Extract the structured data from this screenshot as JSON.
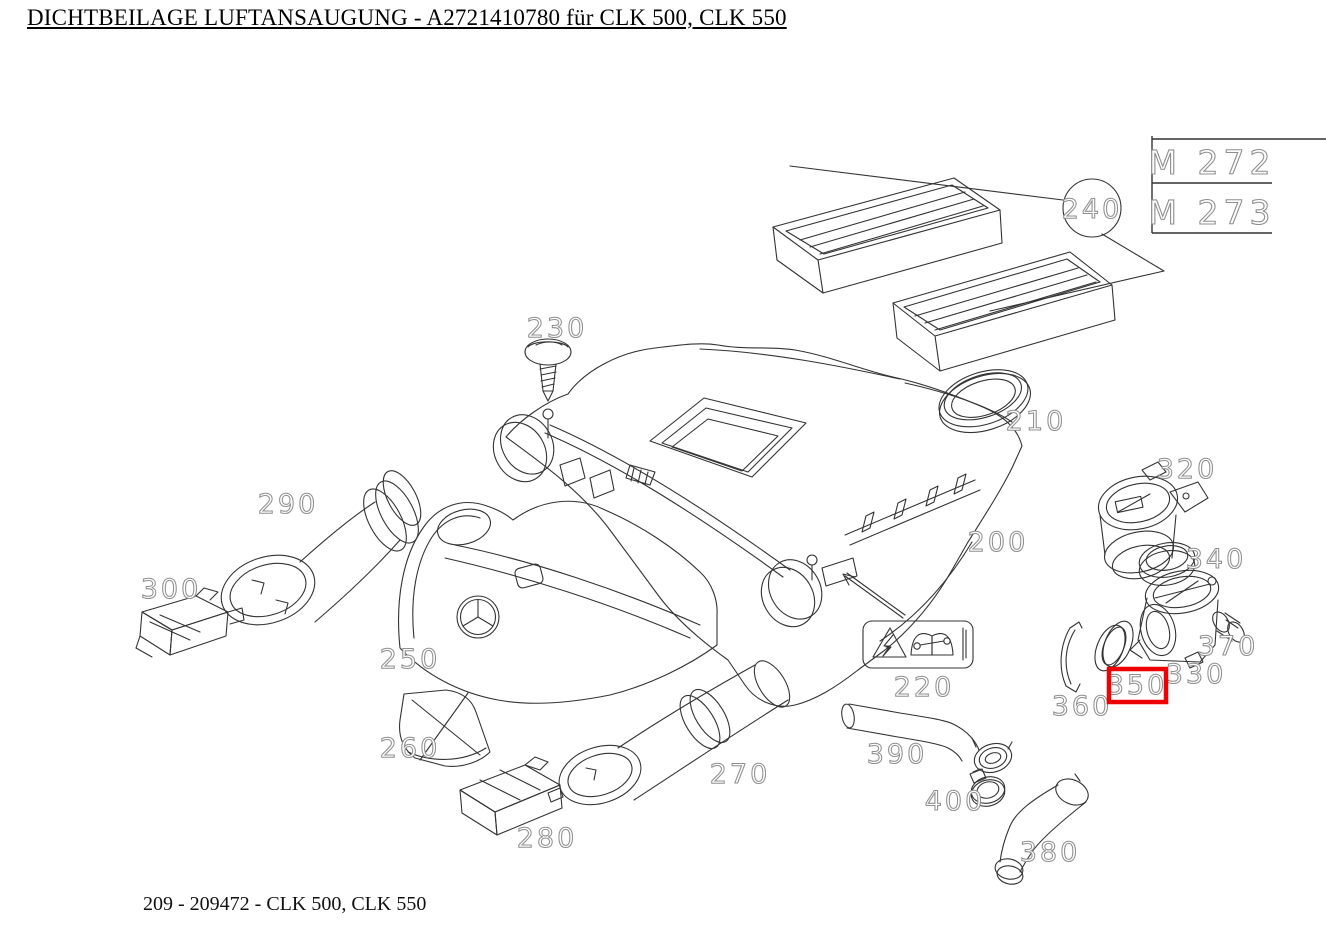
{
  "page_title": "DICHTBEILAGE LUFTANSAUGUNG - A2721410780 für CLK 500, CLK 550",
  "footer_text": "209 - 209472 - CLK 500, CLK 550",
  "engine_table": {
    "rows": [
      {
        "code": "M 272"
      },
      {
        "code": "M 273"
      }
    ]
  },
  "highlight": {
    "part": "350",
    "color": "#ee0000"
  },
  "colors": {
    "line": "#333333",
    "label": "#8f8f8f",
    "highlight": "#ee0000"
  },
  "callouts": [
    {
      "part": "200"
    },
    {
      "part": "210"
    },
    {
      "part": "220"
    },
    {
      "part": "230"
    },
    {
      "part": "240"
    },
    {
      "part": "250"
    },
    {
      "part": "260"
    },
    {
      "part": "270"
    },
    {
      "part": "280"
    },
    {
      "part": "290"
    },
    {
      "part": "300"
    },
    {
      "part": "320"
    },
    {
      "part": "330"
    },
    {
      "part": "340"
    },
    {
      "part": "350"
    },
    {
      "part": "360"
    },
    {
      "part": "370"
    },
    {
      "part": "380"
    },
    {
      "part": "390"
    },
    {
      "part": "400"
    }
  ]
}
